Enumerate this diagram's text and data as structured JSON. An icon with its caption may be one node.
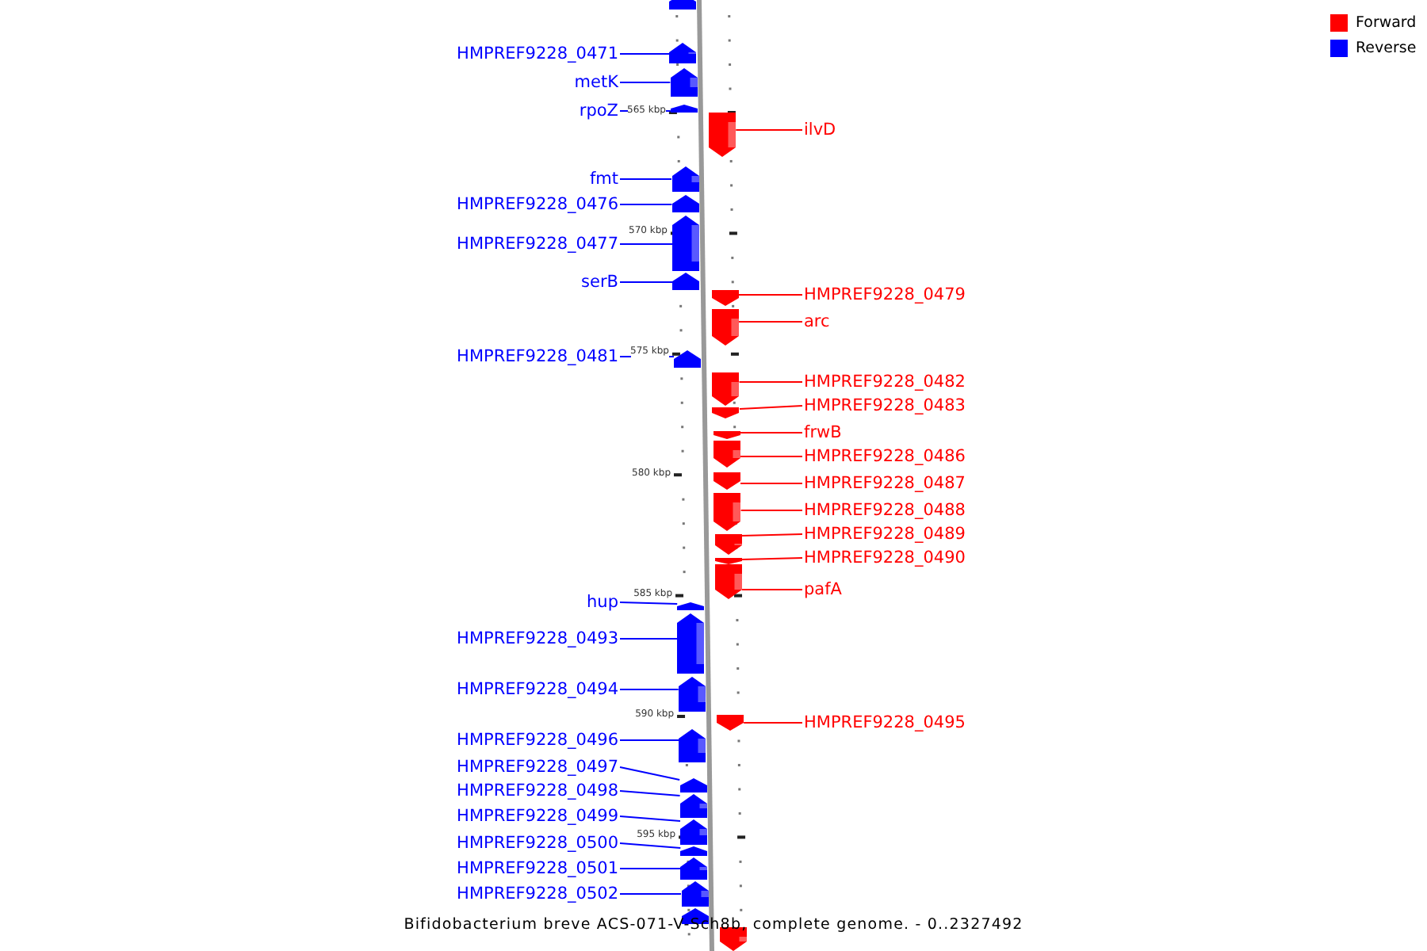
{
  "diagram": {
    "caption": "Bifidobacterium breve ACS-071-V-Sch8b, complete genome. - 0..2327492",
    "nodes": [
      {
        "text": [],
        "shape": "pentagon"
      },
      {
        "text": [
          "HMPREF9228_0471"
        ]
      },
      {
        "text": [],
        "shape": "pentagon"
      },
      {
        "text": [
          "metK"
        ]
      },
      {
        "text": [],
        "shape": "pentagon"
      },
      {
        "text": [
          "rpoZ"
        ]
      },
      {
        "text": [],
        "shape": "pentagon"
      },
      {
        "text": [],
        "shape": "pentagon"
      },
      {
        "text": [
          "ilvD"
        ]
      },
      {
        "text": [
          "fmt"
        ]
      },
      {
        "text": [],
        "shape": "pentagon"
      },
      {
        "text": [
          "HMPREF9228_0476"
        ]
      },
      {
        "text": [],
        "shape": "pentagon"
      },
      {
        "text": [
          "HMPREF9228_0477"
        ]
      },
      {
        "text": [],
        "shape": "pentagon"
      },
      {
        "text": [
          "serB"
        ]
      },
      {
        "text": [],
        "shape": "pentagon"
      },
      {
        "text": [],
        "shape": "pentagon"
      },
      {
        "text": [
          "HMPREF9228_0479"
        ]
      },
      {
        "text": [],
        "shape": "pentagon"
      },
      {
        "text": [
          "arc"
        ]
      },
      {
        "text": [
          "HMPREF9228_0481"
        ]
      },
      {
        "text": [],
        "shape": "pentagon"
      },
      {
        "text": [],
        "shape": "pentagon"
      },
      {
        "text": [
          "HMPREF9228_0482"
        ]
      },
      {
        "text": [],
        "shape": "pentagon"
      },
      {
        "text": [
          "HMPREF9228_0483"
        ]
      },
      {
        "text": [],
        "shape": "pentagon"
      },
      {
        "text": [
          "frwB"
        ]
      },
      {
        "text": [],
        "shape": "pentagon"
      },
      {
        "text": [
          "HMPREF9228_0486"
        ]
      },
      {
        "text": [],
        "shape": "pentagon"
      },
      {
        "text": [
          "HMPREF9228_0487"
        ]
      },
      {
        "text": [],
        "shape": "pentagon"
      },
      {
        "text": [
          "HMPREF9228_0488"
        ]
      },
      {
        "text": [],
        "shape": "pentagon"
      },
      {
        "text": [
          "HMPREF9228_0489"
        ]
      },
      {
        "text": [],
        "shape": "pentagon"
      },
      {
        "text": [
          "HMPREF9228_0490"
        ]
      },
      {
        "text": [],
        "shape": "pentagon"
      },
      {
        "text": [
          "pafA"
        ]
      },
      {
        "text": [
          "hup"
        ]
      },
      {
        "text": [],
        "shape": "pentagon"
      },
      {
        "text": [
          "HMPREF9228_0493"
        ]
      },
      {
        "text": [],
        "shape": "pentagon"
      },
      {
        "text": [
          "HMPREF9228_0494"
        ]
      },
      {
        "text": [],
        "shape": "pentagon"
      },
      {
        "text": [],
        "shape": "pentagon"
      },
      {
        "text": [
          "HMPREF9228_0495"
        ]
      },
      {
        "text": [
          "HMPREF9228_0496"
        ]
      },
      {
        "text": [],
        "shape": "pentagon"
      },
      {
        "text": [
          "HMPREF9228_0497"
        ]
      },
      {
        "text": [],
        "shape": "pentagon"
      },
      {
        "text": [
          "HMPREF9228_0498"
        ]
      },
      {
        "text": [],
        "shape": "pentagon"
      },
      {
        "text": [
          "HMPREF9228_0499"
        ]
      },
      {
        "text": [],
        "shape": "pentagon"
      },
      {
        "text": [
          "HMPREF9228_0500"
        ]
      },
      {
        "text": [],
        "shape": "pentagon"
      },
      {
        "text": [
          "HMPREF9228_0501"
        ]
      },
      {
        "text": [],
        "shape": "pentagon"
      },
      {
        "text": [
          "HMPREF9228_0502"
        ]
      },
      {
        "text": [],
        "shape": "pentagon"
      },
      {
        "text": [],
        "shape": "pentagon"
      },
      {
        "text": [],
        "shape": "pentagon"
      }
    ],
    "edges": [
      {
        "from": 1,
        "to": 2,
        "arrow": "none"
      },
      {
        "from": 3,
        "to": 4,
        "arrow": "none"
      },
      {
        "from": 5,
        "to": 6,
        "arrow": "none"
      },
      {
        "from": 8,
        "to": 7,
        "arrow": "none",
        "color": "#ff0000"
      },
      {
        "from": 9,
        "to": 10,
        "arrow": "none"
      },
      {
        "from": 11,
        "to": 12,
        "arrow": "none"
      },
      {
        "from": 13,
        "to": 14,
        "arrow": "none"
      },
      {
        "from": 15,
        "to": 16,
        "arrow": "none"
      },
      {
        "from": 18,
        "to": 17,
        "arrow": "none",
        "color": "#ff0000"
      },
      {
        "from": 20,
        "to": 19,
        "arrow": "none",
        "color": "#ff0000"
      },
      {
        "from": 21,
        "to": 22,
        "arrow": "none"
      },
      {
        "from": 24,
        "to": 23,
        "arrow": "none",
        "color": "#ff0000"
      },
      {
        "from": 26,
        "to": 25,
        "arrow": "none",
        "color": "#ff0000"
      },
      {
        "from": 28,
        "to": 27,
        "arrow": "none",
        "color": "#ff0000"
      },
      {
        "from": 30,
        "to": 29,
        "arrow": "none",
        "color": "#ff0000"
      },
      {
        "from": 32,
        "to": 31,
        "arrow": "none",
        "color": "#ff0000"
      },
      {
        "from": 34,
        "to": 33,
        "arrow": "none",
        "color": "#ff0000"
      },
      {
        "from": 36,
        "to": 35,
        "arrow": "none",
        "color": "#ff0000"
      },
      {
        "from": 38,
        "to": 37,
        "arrow": "none",
        "color": "#ff0000"
      },
      {
        "from": 40,
        "to": 39,
        "arrow": "none",
        "color": "#ff0000"
      },
      {
        "from": 41,
        "to": 42,
        "arrow": "none"
      },
      {
        "from": 43,
        "to": 44,
        "arrow": "none"
      },
      {
        "from": 45,
        "to": 46,
        "arrow": "none"
      },
      {
        "from": 48,
        "to": 47,
        "arrow": "none",
        "color": "#ff0000"
      },
      {
        "from": 49,
        "to": 50,
        "arrow": "none"
      },
      {
        "from": 51,
        "to": 52,
        "arrow": "none"
      },
      {
        "from": 53,
        "to": 54,
        "arrow": "none"
      },
      {
        "from": 55,
        "to": 56,
        "arrow": "none"
      },
      {
        "from": 57,
        "to": 58,
        "arrow": "none"
      },
      {
        "from": 59,
        "to": 60,
        "arrow": "none"
      },
      {
        "from": 61,
        "to": 62,
        "arrow": "none"
      }
    ],
    "labels": [
      "565 kbp",
      "570 kbp",
      "575 kbp",
      "580 kbp",
      "585 kbp",
      "590 kbp",
      "595 kbp"
    ],
    "legend": [
      {
        "text": "Forward",
        "color": "#ff0000"
      },
      {
        "text": "Reverse",
        "color": "#0000ff"
      }
    ]
  }
}
